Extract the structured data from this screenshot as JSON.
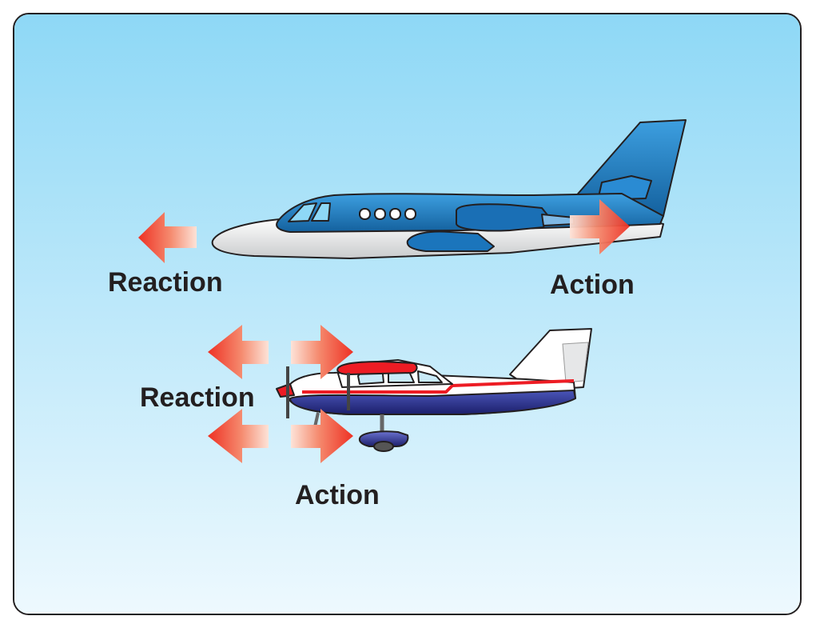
{
  "labels": {
    "jet_reaction": "Reaction",
    "jet_action": "Action",
    "prop_reaction": "Reaction",
    "prop_action": "Action"
  },
  "colors": {
    "sky_top": "#8ed8f6",
    "sky_bottom": "#eef9fe",
    "arrow_red": "#ee3124",
    "jet_blue": "#1b75bc",
    "prop_blue": "#2e3192",
    "prop_red": "#ed1c24"
  }
}
